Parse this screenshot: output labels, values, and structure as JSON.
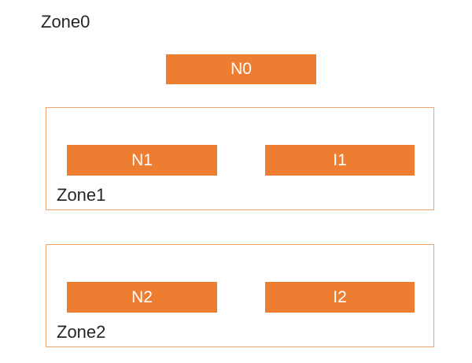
{
  "diagram": {
    "zone0": {
      "label": "Zone0",
      "node_label": "N0"
    },
    "zones": [
      {
        "label": "Zone1",
        "node_labels": [
          "N1",
          "I1"
        ]
      },
      {
        "label": "Zone2",
        "node_labels": [
          "N2",
          "I2"
        ]
      }
    ],
    "colors": {
      "node_fill": "#ED7D31",
      "node_text": "#FFFFFF",
      "zone_border": "#F2A46A",
      "label_text": "#262626",
      "background": "#FFFFFF"
    }
  }
}
